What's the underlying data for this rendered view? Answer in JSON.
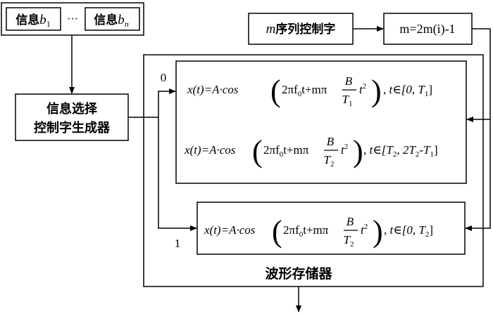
{
  "info_group": {
    "item_first": {
      "prefix": "信息",
      "var": "b",
      "sub": "1"
    },
    "ellipsis": "···",
    "item_last": {
      "prefix": "信息",
      "var": "b",
      "sub": "n"
    }
  },
  "m_sequence_box": {
    "var": "m",
    "text": "序列控制字"
  },
  "m_update_box": {
    "text": "m=2m(i)-1"
  },
  "selector_box": {
    "line1": "信息选择",
    "line2": "控制字生成器"
  },
  "waveform_store": {
    "label": "波形存储器"
  },
  "branch_labels": {
    "zero": "0",
    "one": "1"
  },
  "formulas": {
    "lhs": "x(t)=A·cos",
    "phase_prefix": "2πf",
    "f_sub": "0",
    "phase_mid": "t+mπ",
    "frac_num": "B",
    "frac_den_var": "T",
    "t_sq": "t",
    "sq": "2",
    "f1": {
      "den_sub": "1",
      "range": "t∈[0, T",
      "range_sub": "1",
      "range_end": "]"
    },
    "f2": {
      "den_sub": "2",
      "range": "t∈[T",
      "range_sub_a": "2",
      "range_mid": ", 2T",
      "range_sub_b": "2",
      "range_tail": "-T",
      "range_sub_c": "1",
      "range_end": "]"
    },
    "f3": {
      "den_sub": "2",
      "range": "t∈[0, T",
      "range_sub": "2",
      "range_end": "]"
    }
  }
}
